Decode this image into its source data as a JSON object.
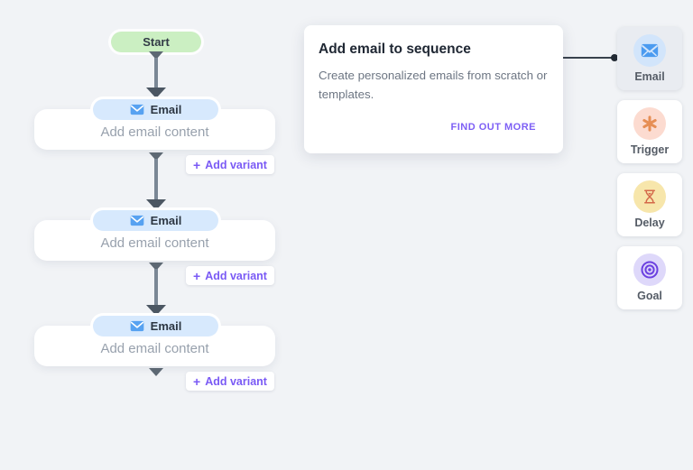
{
  "flow": {
    "start_label": "Start",
    "nodes": [
      {
        "pill": "Email",
        "body": "Add email content",
        "variant_plus": "+",
        "variant_label": "Add variant"
      },
      {
        "pill": "Email",
        "body": "Add email content",
        "variant_plus": "+",
        "variant_label": "Add variant"
      },
      {
        "pill": "Email",
        "body": "Add email content",
        "variant_plus": "+",
        "variant_label": "Add variant"
      }
    ]
  },
  "tooltip": {
    "title": "Add email to sequence",
    "description": "Create personalized emails from scratch or templates.",
    "link_label": "FIND OUT MORE"
  },
  "palette": {
    "items": [
      {
        "label": "Email",
        "icon": "envelope-icon",
        "circle_color": "#d2e5fb",
        "icon_color": "#4b9bf0",
        "selected": true
      },
      {
        "label": "Trigger",
        "icon": "asterisk-icon",
        "circle_color": "#fcdbd0",
        "icon_color": "#e68e54",
        "selected": false
      },
      {
        "label": "Delay",
        "icon": "hourglass-icon",
        "circle_color": "#f7e6ab",
        "icon_color": "#d4694a",
        "selected": false
      },
      {
        "label": "Goal",
        "icon": "target-icon",
        "circle_color": "#ded8fa",
        "icon_color": "#6b40e0",
        "selected": false
      }
    ]
  },
  "colors": {
    "background": "#f1f3f6",
    "accent_purple": "#7a5af5",
    "start_green": "#cbefc2",
    "email_pill_blue": "#d7e9fd",
    "arrow_gray": "#5d6873"
  }
}
